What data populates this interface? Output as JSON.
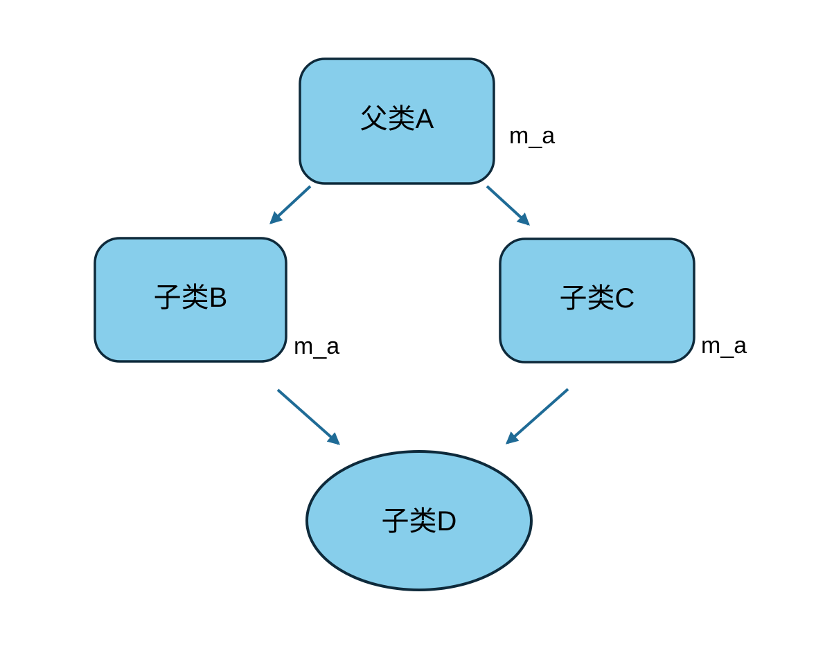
{
  "diagram": {
    "colors": {
      "background": "#ffffff",
      "shape_fill": "#87CEEB",
      "shape_stroke": "#0e2a3b",
      "arrow_color": "#1f6b96",
      "text_color": "#000000"
    },
    "nodes": [
      {
        "id": "A",
        "shape": "rounded-rectangle",
        "label": "父类A",
        "annotation": "m_a"
      },
      {
        "id": "B",
        "shape": "rounded-rectangle",
        "label": "子类B",
        "annotation": "m_a"
      },
      {
        "id": "C",
        "shape": "rounded-rectangle",
        "label": "子类C",
        "annotation": "m_a"
      },
      {
        "id": "D",
        "shape": "ellipse",
        "label": "子类D"
      }
    ],
    "edges": [
      {
        "from": "父类A",
        "to": "子类B"
      },
      {
        "from": "父类A",
        "to": "子类C"
      },
      {
        "from": "子类B",
        "to": "子类D"
      },
      {
        "from": "子类C",
        "to": "子类D"
      }
    ]
  }
}
